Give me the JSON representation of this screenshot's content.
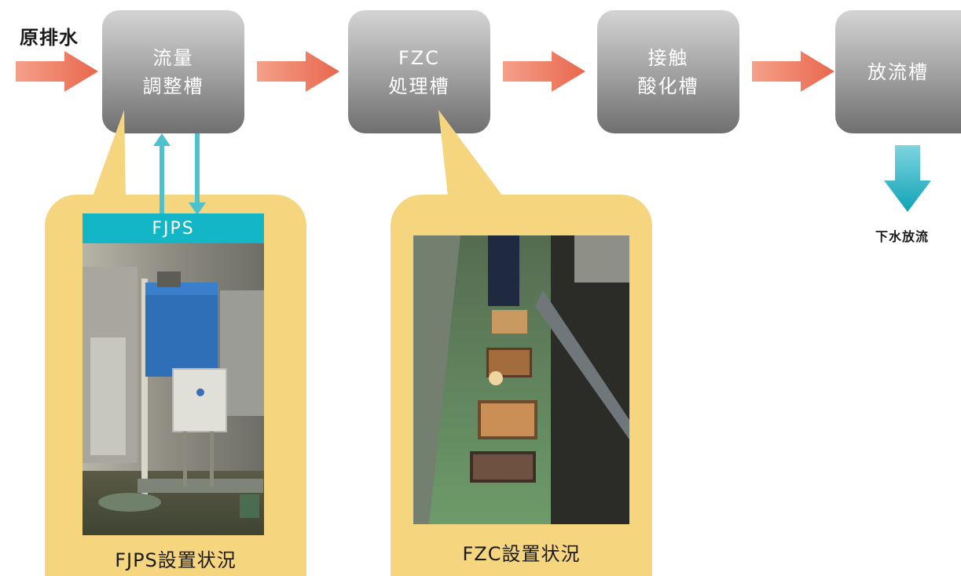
{
  "source_label": "原排水",
  "tanks": [
    {
      "id": "flow-adjust",
      "label": "流量\n調整槽"
    },
    {
      "id": "fzc-treatment",
      "label": "FZC\n処理槽"
    },
    {
      "id": "contact-oxidation",
      "label": "接触\n酸化槽"
    },
    {
      "id": "discharge-tank",
      "label": "放流槽"
    }
  ],
  "fjps_label": "FJPS",
  "discharge_label": "下水放流",
  "callouts": [
    {
      "caption": "FJPS設置状況"
    },
    {
      "caption": "FZC設置状況"
    }
  ],
  "colors": {
    "flow_arrow": "#ef7d64",
    "teal": "#12b6c6",
    "callout": "#f6d57f",
    "box_gray": "#9e9e9e"
  }
}
